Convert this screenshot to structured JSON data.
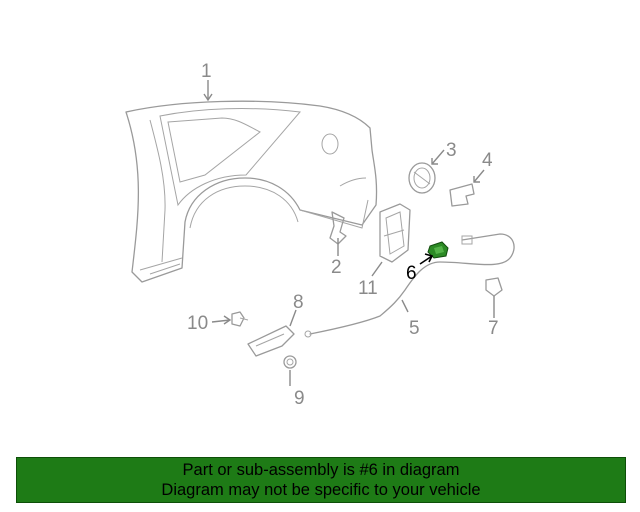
{
  "diagram": {
    "highlight_color": "#2c8a25",
    "callouts": [
      {
        "id": "c1",
        "label": "1"
      },
      {
        "id": "c2",
        "label": "2"
      },
      {
        "id": "c3",
        "label": "3"
      },
      {
        "id": "c4",
        "label": "4"
      },
      {
        "id": "c5",
        "label": "5"
      },
      {
        "id": "c6",
        "label": "6"
      },
      {
        "id": "c7",
        "label": "7"
      },
      {
        "id": "c8",
        "label": "8"
      },
      {
        "id": "c9",
        "label": "9"
      },
      {
        "id": "c10",
        "label": "10"
      },
      {
        "id": "c11",
        "label": "11"
      }
    ]
  },
  "banner": {
    "line1": "Part or sub-assembly is #6 in diagram",
    "line2": "Diagram may not be specific to your vehicle",
    "background_color": "#1e7b16"
  }
}
